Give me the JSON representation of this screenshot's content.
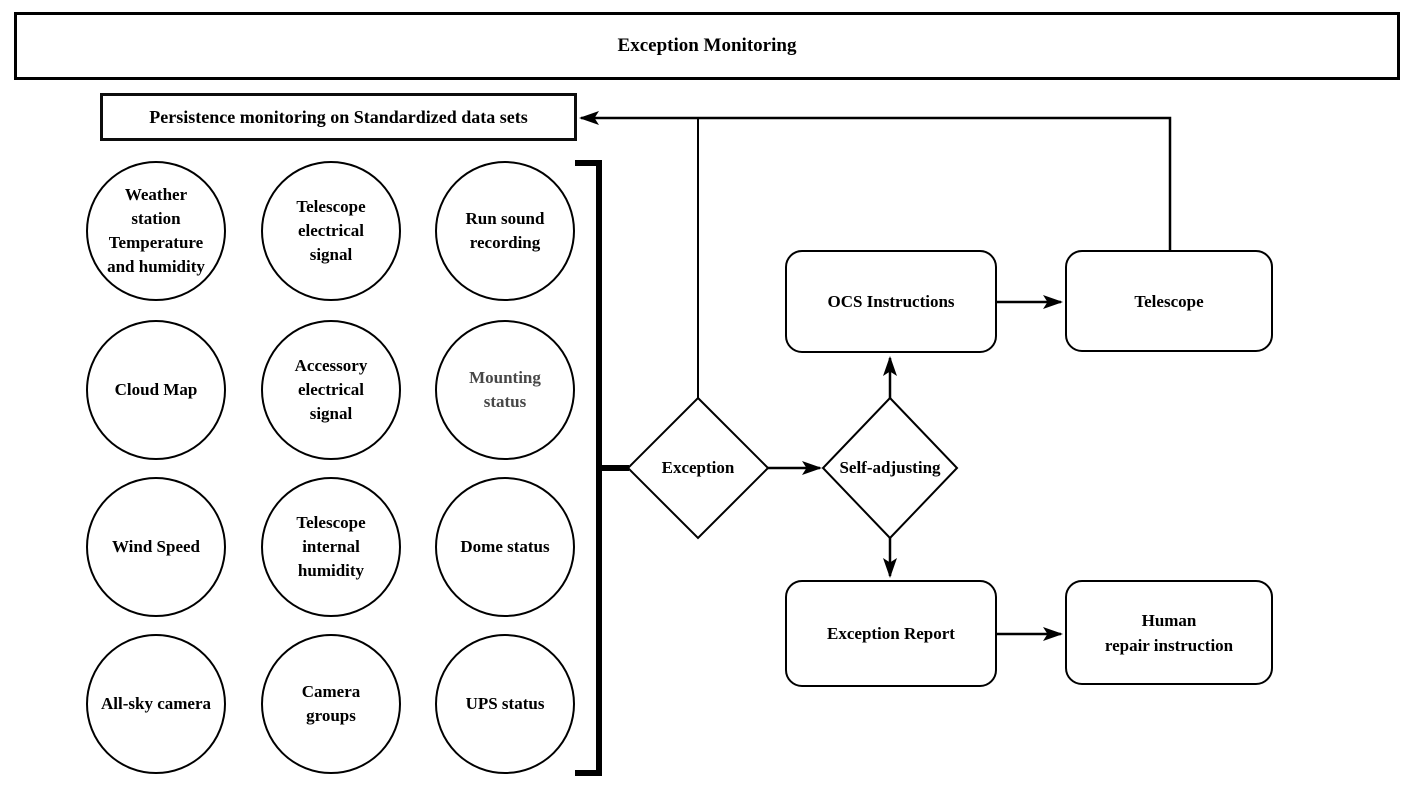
{
  "header": {
    "title": "Exception Monitoring"
  },
  "persistence": {
    "label": "Persistence monitoring on Standardized data sets"
  },
  "sources": [
    {
      "label": "Weather\nstation\nTemperature\nand humidity"
    },
    {
      "label": "Telescope\nelectrical\nsignal"
    },
    {
      "label": "Run sound\nrecording"
    },
    {
      "label": "Cloud Map"
    },
    {
      "label": "Accessory\nelectrical\nsignal"
    },
    {
      "label": "Mounting\nstatus"
    },
    {
      "label": "Wind Speed"
    },
    {
      "label": "Telescope\ninternal\nhumidity"
    },
    {
      "label": "Dome status"
    },
    {
      "label": "All-sky camera"
    },
    {
      "label": "Camera\ngroups"
    },
    {
      "label": "UPS status"
    }
  ],
  "decisions": {
    "exception": {
      "label": "Exception"
    },
    "self_adjusting": {
      "label": "Self-adjusting"
    }
  },
  "processes": {
    "ocs": {
      "label": "OCS Instructions"
    },
    "telescope": {
      "label": "Telescope"
    },
    "report": {
      "label": "Exception Report"
    },
    "human": {
      "label": "Human\nrepair instruction"
    }
  },
  "colors": {
    "stroke": "#000000",
    "text": "#000000",
    "muted_text": "#474747",
    "background": "#ffffff"
  }
}
